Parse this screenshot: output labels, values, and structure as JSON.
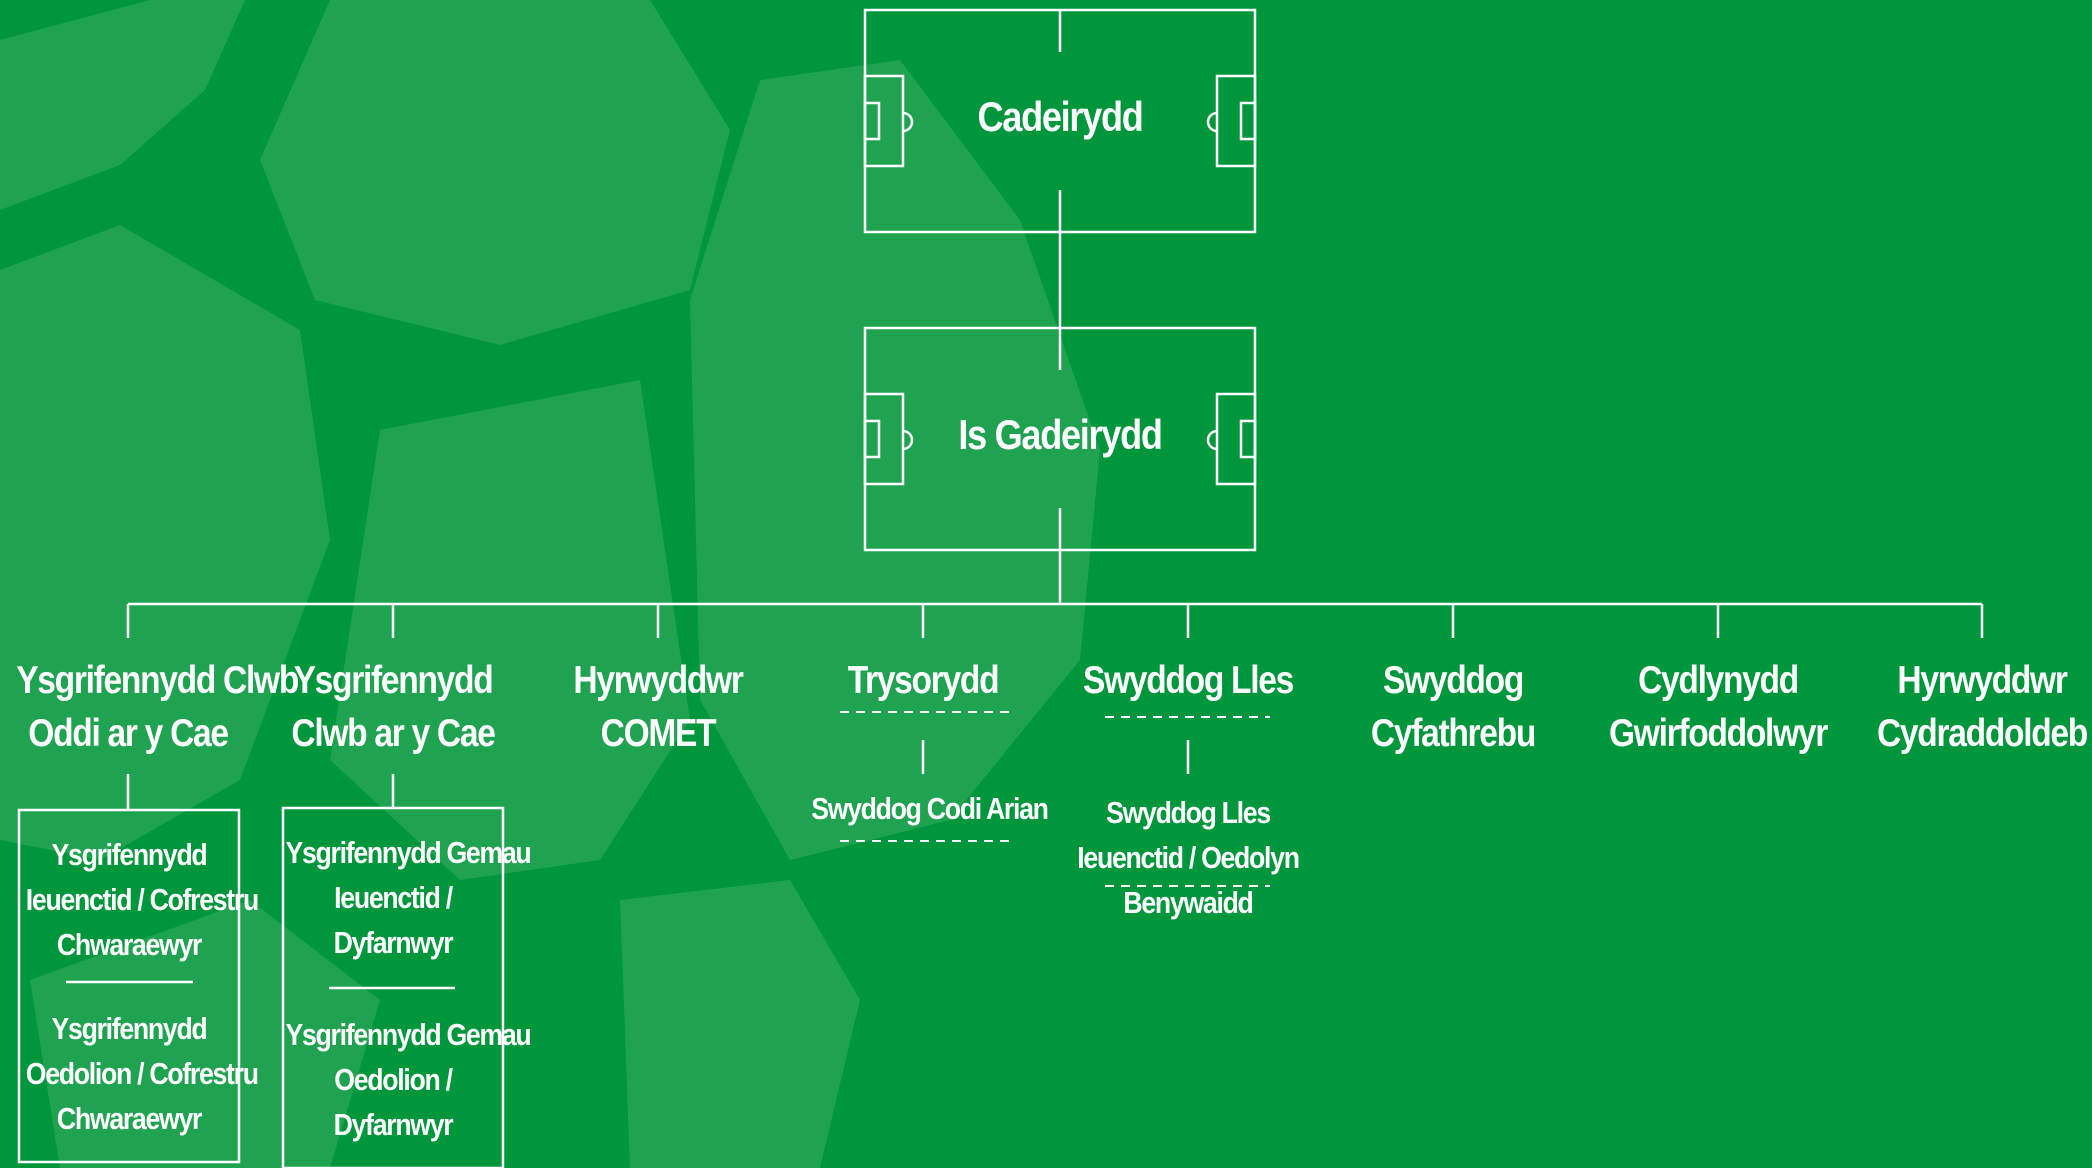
{
  "chair": "Cadeirydd",
  "vice_chair": "Is Gadeirydd",
  "roles": [
    {
      "line1": "Ysgrifennydd Clwb",
      "line2": "Oddi ar y Cae"
    },
    {
      "line1": "Ysgrifennydd",
      "line2": "Clwb ar y Cae"
    },
    {
      "line1": "Hyrwyddwr",
      "line2": "COMET"
    },
    {
      "line1": "Trysorydd",
      "line2": ""
    },
    {
      "line1": "Swyddog Lles",
      "line2": ""
    },
    {
      "line1": "Swyddog",
      "line2": "Cyfathrebu"
    },
    {
      "line1": "Cydlynydd",
      "line2": "Gwirfoddolwyr"
    },
    {
      "line1": "Hyrwyddwr",
      "line2": "Cydraddoldeb"
    }
  ],
  "sub_roles": {
    "treasurer": "Swyddog Codi Arian",
    "welfare": [
      "Swyddog Lles",
      "Ieuenctid / Oedolyn",
      "Benywaidd"
    ]
  },
  "box_off_field": {
    "top": [
      "Ysgrifennydd",
      "Ieuenctid / Cofrestru",
      "Chwaraewyr"
    ],
    "bottom": [
      "Ysgrifennydd",
      "Oedolion / Cofrestru",
      "Chwaraewyr"
    ]
  },
  "box_on_field": {
    "top": [
      "Ysgrifennydd Gemau",
      "Ieuenctid /",
      "Dyfarnwyr"
    ],
    "bottom": [
      "Ysgrifennydd Gemau",
      "Oedolion /",
      "Dyfarnwyr"
    ]
  },
  "colors": {
    "background": "#00963b",
    "ball_panel": "#1fa351",
    "line": "#ffffff"
  }
}
